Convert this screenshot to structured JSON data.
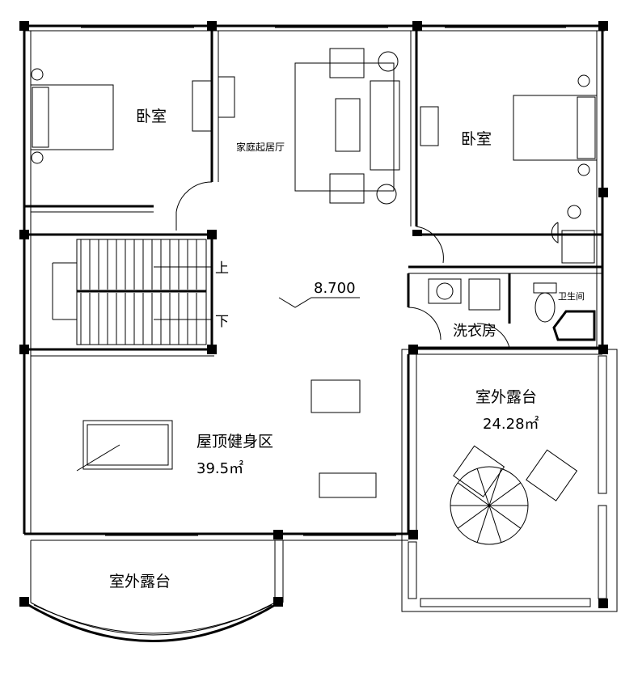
{
  "rooms": {
    "bedroom_left": "卧室",
    "family_living": "家庭起居厅",
    "bedroom_right": "卧室",
    "stairs_up": "上",
    "stairs_down": "下",
    "elevation": "8.700",
    "laundry": "洗衣房",
    "bathroom": "卫生间",
    "terrace_right": "室外露台",
    "terrace_right_area": "24.28㎡",
    "gym": "屋顶健身区",
    "gym_area": "39.5㎡",
    "terrace_bottom": "室外露台"
  },
  "colors": {
    "line": "#000000",
    "background": "#ffffff"
  }
}
